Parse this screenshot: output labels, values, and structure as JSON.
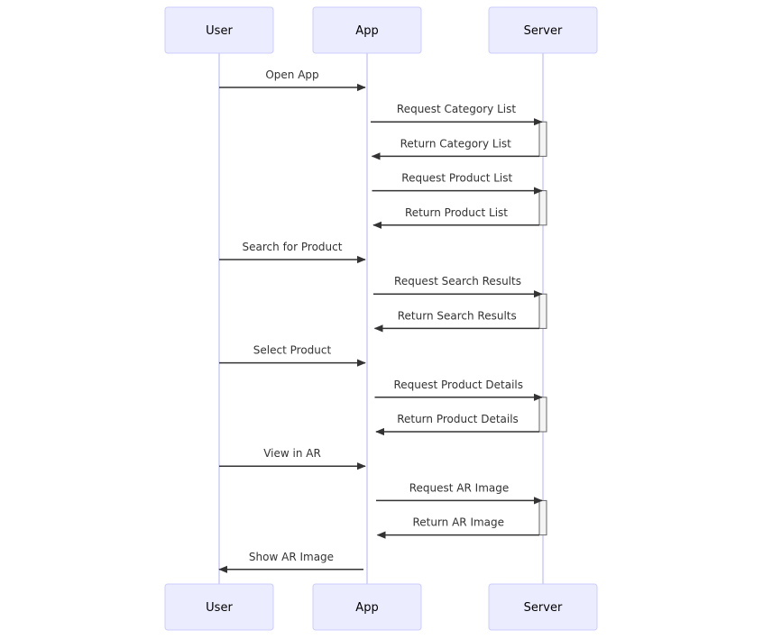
{
  "participants": [
    {
      "id": "user",
      "label": "User"
    },
    {
      "id": "app",
      "label": "App"
    },
    {
      "id": "server",
      "label": "Server"
    }
  ],
  "messages": [
    {
      "from": "user",
      "to": "app",
      "label": "Open App"
    },
    {
      "from": "app",
      "to": "server",
      "label": "Request Category List"
    },
    {
      "from": "server",
      "to": "app",
      "label": "Return Category List"
    },
    {
      "from": "app",
      "to": "server",
      "label": "Request Product List"
    },
    {
      "from": "server",
      "to": "app",
      "label": "Return Product List"
    },
    {
      "from": "user",
      "to": "app",
      "label": "Search for Product"
    },
    {
      "from": "app",
      "to": "server",
      "label": "Request Search Results"
    },
    {
      "from": "server",
      "to": "app",
      "label": "Return Search Results"
    },
    {
      "from": "user",
      "to": "app",
      "label": "Select Product"
    },
    {
      "from": "app",
      "to": "server",
      "label": "Request Product Details"
    },
    {
      "from": "server",
      "to": "app",
      "label": "Return Product Details"
    },
    {
      "from": "user",
      "to": "app",
      "label": "View in AR"
    },
    {
      "from": "app",
      "to": "server",
      "label": "Request AR Image"
    },
    {
      "from": "server",
      "to": "app",
      "label": "Return AR Image"
    },
    {
      "from": "app",
      "to": "user",
      "label": "Show AR Image"
    }
  ]
}
